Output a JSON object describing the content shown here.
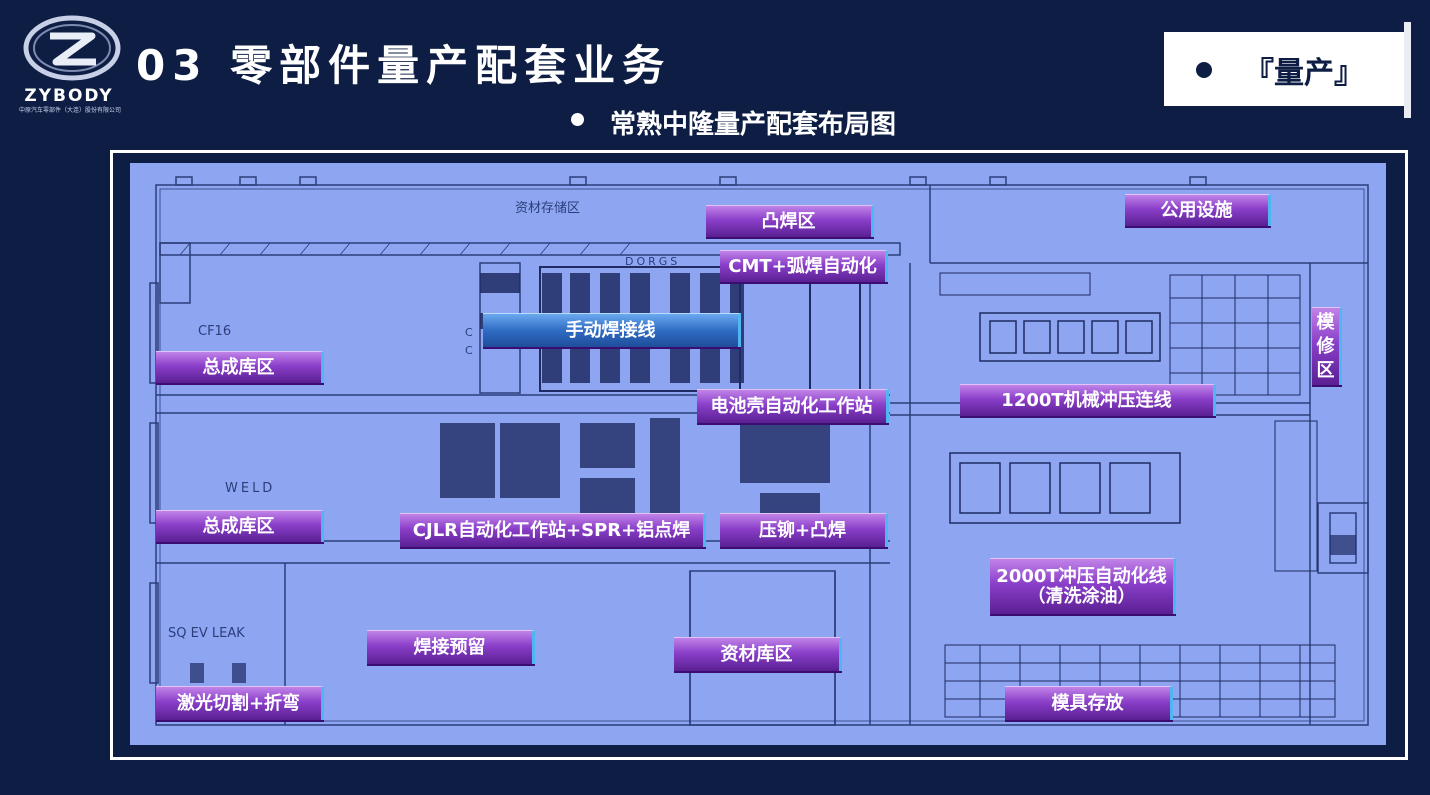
{
  "header": {
    "brand": "ZYBODY",
    "company": "中原汽车零部件（大连）股份有限公司",
    "title": "03 零部件量产配套业务",
    "tag": "『量产』",
    "subtitle": "常熟中隆量产配套布局图"
  },
  "floor_plan": {
    "plan_texts": [
      "CF16",
      "WELD",
      "SQ EV LEAK",
      "资材存储区",
      "DORGS",
      "C",
      "C"
    ],
    "zones": [
      "凸焊区",
      "公用设施",
      "CMT+弧焊自动化",
      "手动焊接线",
      "模修区",
      "总成库区",
      "电池壳自动化工作站",
      "1200T机械冲压连线",
      "总成库区",
      "CJLR自动化工作站+SPR+铝点焊",
      "压铆+凸焊",
      "2000T冲压自动化线",
      "（清洗涂油）",
      "焊接预留",
      "资材库区",
      "激光切割+折弯",
      "模具存放"
    ]
  },
  "colors": {
    "background": "#0d1d44",
    "label_purple": "#8a3fc9",
    "label_blue": "#2f6cc4",
    "plan_fill": "#8ea6f2"
  }
}
